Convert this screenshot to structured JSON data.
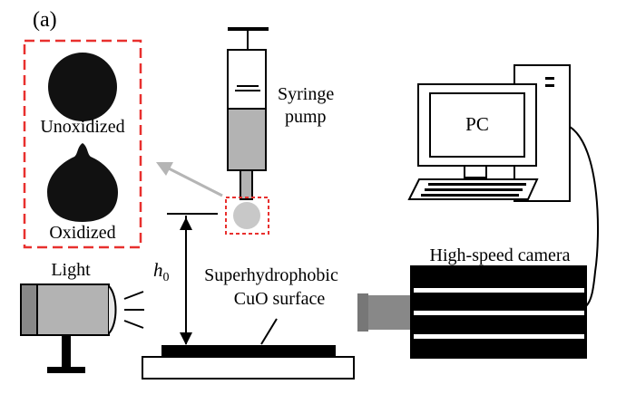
{
  "panel_label": "(a)",
  "droplet_inset": {
    "top_label": "Unoxidized",
    "bottom_label": "Oxidized",
    "border_color": "#e8302e"
  },
  "syringe": {
    "label_line1": "Syringe",
    "label_line2": "pump"
  },
  "computer": {
    "label": "PC"
  },
  "camera": {
    "label": "High-speed camera"
  },
  "light": {
    "label": "Light"
  },
  "height": {
    "symbol": "h",
    "subscript": "0"
  },
  "surface": {
    "label_line1": "Superhydrophobic",
    "label_line2": "CuO surface"
  },
  "colors": {
    "droplet": "#111111",
    "syringe_fluid": "#b3b3b3",
    "arrow": "#b5b5b5"
  }
}
